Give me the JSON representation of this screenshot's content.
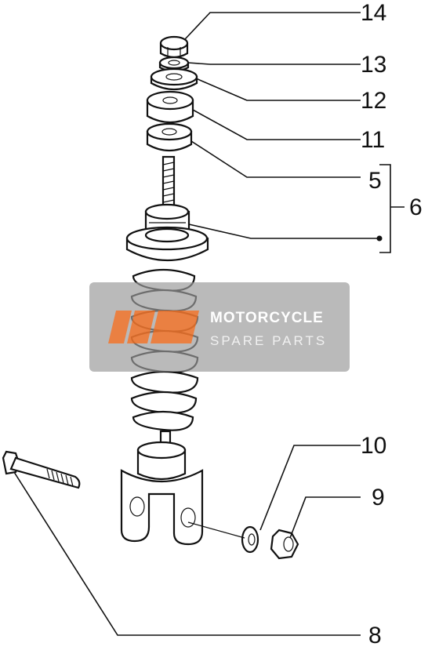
{
  "callouts": {
    "c14": "14",
    "c13": "13",
    "c12": "12",
    "c11": "11",
    "c5": "5",
    "c6": "6",
    "c10": "10",
    "c9": "9",
    "c8": "8"
  },
  "watermark": {
    "title": "MOTORCYCLE",
    "subtitle": "SPARE PARTS",
    "logo_text": "MSP"
  },
  "colors": {
    "line": "#111111",
    "watermark_bg": "#9a9a9a",
    "watermark_accent": "#e8732e",
    "watermark_text": "#ffffff"
  }
}
